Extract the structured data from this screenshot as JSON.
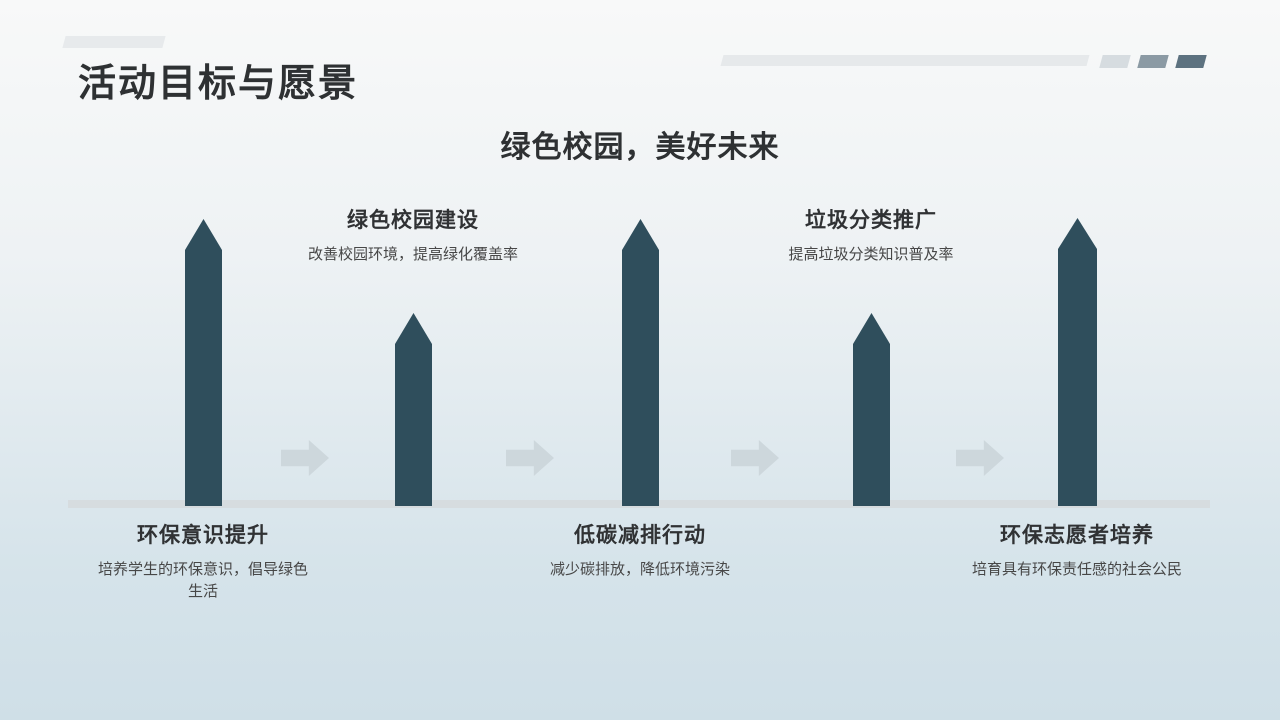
{
  "slide": {
    "title": "活动目标与愿景",
    "subtitle": "绿色校园，美好未来"
  },
  "milestones": [
    {
      "title": "环保意识提升",
      "desc": "培养学生的环保意识，倡导绿色生活",
      "placement": "below"
    },
    {
      "title": "绿色校园建设",
      "desc": "改善校园环境，提高绿化覆盖率",
      "placement": "above"
    },
    {
      "title": "低碳减排行动",
      "desc": "减少碳排放，降低环境污染",
      "placement": "below"
    },
    {
      "title": "垃圾分类推广",
      "desc": "提高垃圾分类知识普及率",
      "placement": "above"
    },
    {
      "title": "环保志愿者培养",
      "desc": "培育具有环保责任感的社会公民",
      "placement": "below"
    }
  ],
  "colors": {
    "pillar": "#2f4e5c",
    "arrow": "#cdd7dc",
    "baseline": "#d6dcdf",
    "deco_light": "#e7eaec",
    "deco_medium": "#8b9aa4",
    "deco_dark": "#5d7280",
    "heading_text": "#2e3133",
    "desc_text": "#474747",
    "bg_top": "#f8f9f9",
    "bg_bottom": "#cfdfe7"
  }
}
